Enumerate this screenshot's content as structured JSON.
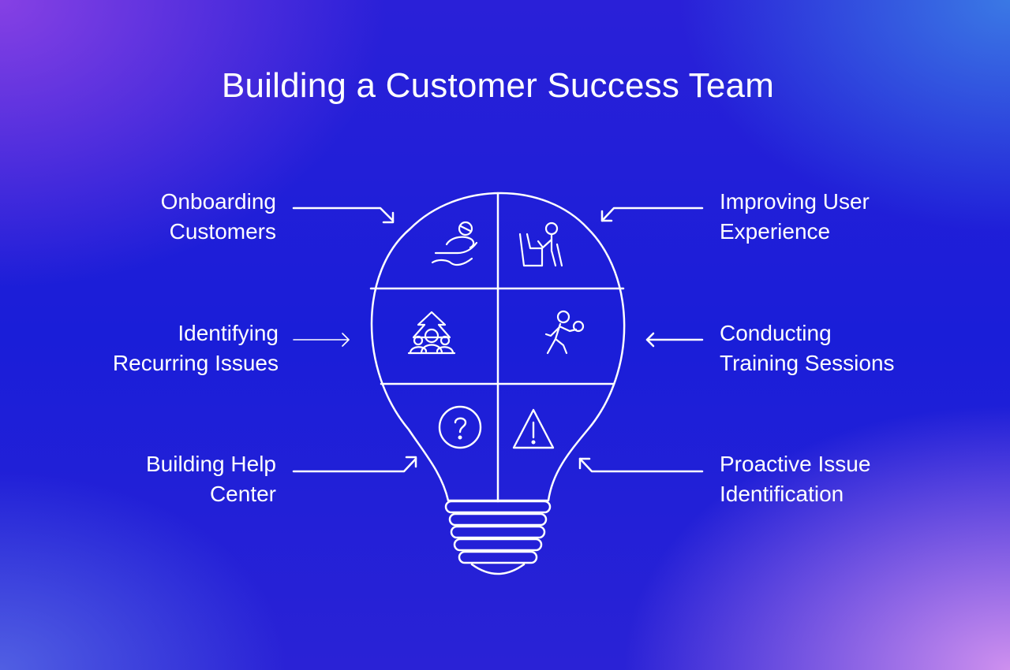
{
  "title": "Building a Customer Success Team",
  "labels": {
    "onboarding": {
      "line1": "Onboarding",
      "line2": "Customers",
      "icon": "hand-holding-person-icon"
    },
    "identifying": {
      "line1": "Identifying",
      "line2": "Recurring Issues",
      "icon": "team-growth-icon"
    },
    "help_center": {
      "line1": "Building Help",
      "line2": "Center",
      "icon": "question-circle-icon"
    },
    "user_experience": {
      "line1": "Improving User",
      "line2": "Experience",
      "icon": "person-at-desk-icon"
    },
    "training": {
      "line1": "Conducting",
      "line2": "Training Sessions",
      "icon": "person-throwing-ball-icon"
    },
    "proactive": {
      "line1": "Proactive Issue",
      "line2": "Identification",
      "icon": "warning-triangle-icon"
    }
  },
  "colors": {
    "stroke": "#ffffff",
    "bg_center": "#1a1ed8"
  }
}
